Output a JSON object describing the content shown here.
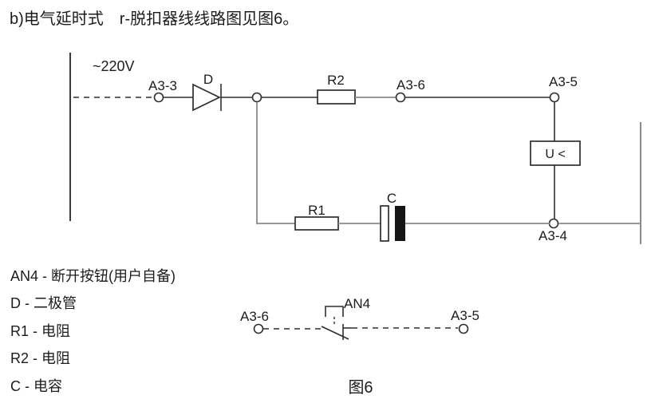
{
  "title": "b)电气延时式　r-脱扣器线线路图见图6。",
  "main_circuit": {
    "voltage": "~220V",
    "terminal_a3_3": "A3-3",
    "diode_label": "D",
    "resistor_r2_label": "R2",
    "terminal_a3_6": "A3-6",
    "terminal_a3_5": "A3-5",
    "relay_label": "U <",
    "terminal_a3_4": "A3-4",
    "resistor_r1_label": "R1",
    "capacitor_label": "C"
  },
  "legend": [
    {
      "text": "AN4 - 断开按钮(用户自备)"
    },
    {
      "text": "D - 二极管"
    },
    {
      "text": "R1 - 电阻"
    },
    {
      "text": "R2 - 电阻"
    },
    {
      "text": "C - 电容"
    }
  ],
  "button_circuit": {
    "terminal_a3_6": "A3-6",
    "button_label": "AN4",
    "terminal_a3_5": "A3-5"
  },
  "caption": "图6",
  "colors": {
    "line_dark": "#2e2e2e",
    "line_gray": "#8a8a8a",
    "background": "#ffffff",
    "capacitor_plate": "#161616"
  }
}
